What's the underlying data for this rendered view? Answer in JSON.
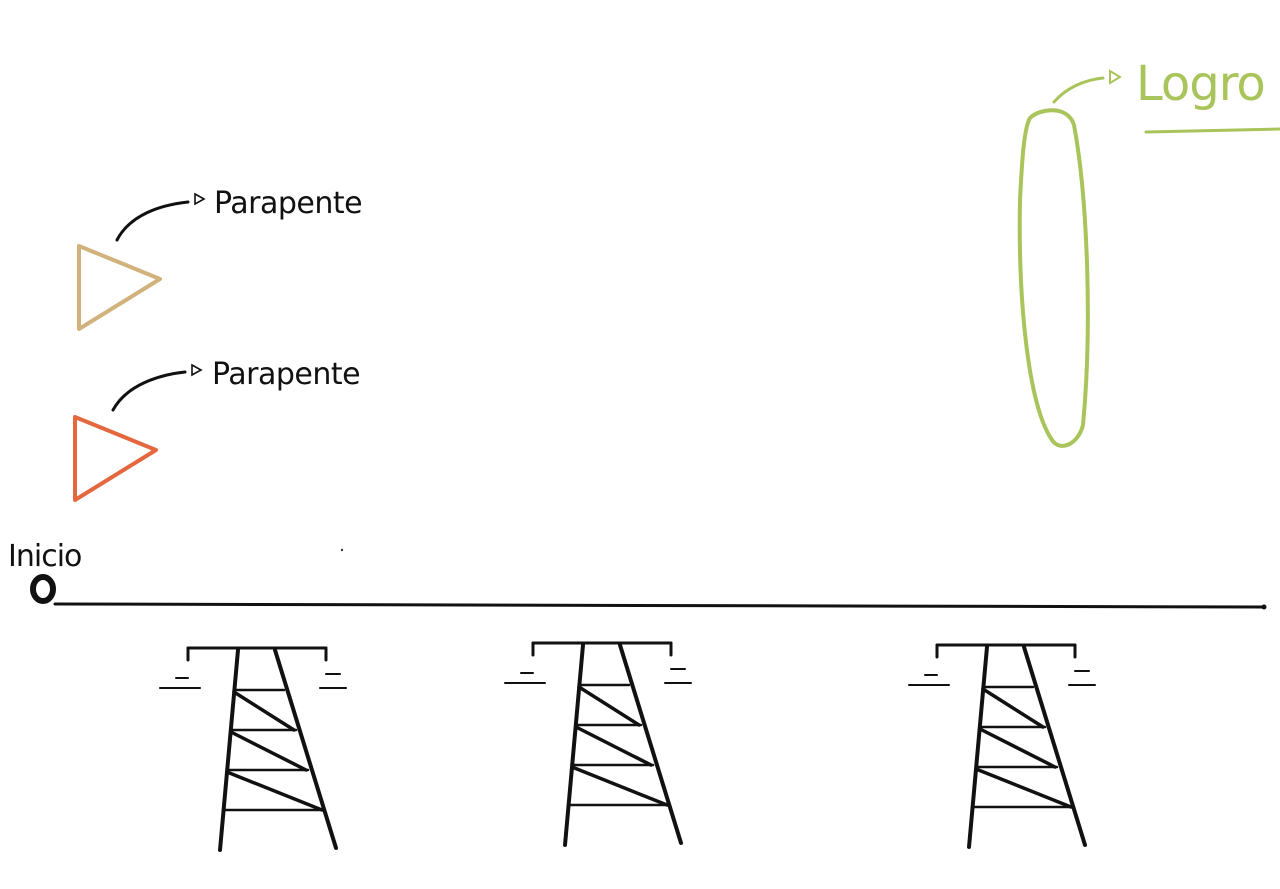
{
  "colors": {
    "ink": "#111111",
    "glider_1": "#d1b27c",
    "glider_2": "#e3683f",
    "goal": "#a9c45a"
  },
  "gliders": [
    {
      "label": "Parapente",
      "color_key": "glider_1",
      "icon": "triangle-icon"
    },
    {
      "label": "Parapente",
      "color_key": "glider_2",
      "icon": "triangle-icon"
    }
  ],
  "goal": {
    "label": "Logro",
    "icon": "ellipse-target-icon"
  },
  "start": {
    "label": "Inicio",
    "icon": "circle-start-icon"
  },
  "towers": [
    {
      "icon": "power-tower-icon"
    },
    {
      "icon": "power-tower-icon"
    },
    {
      "icon": "power-tower-icon"
    }
  ]
}
